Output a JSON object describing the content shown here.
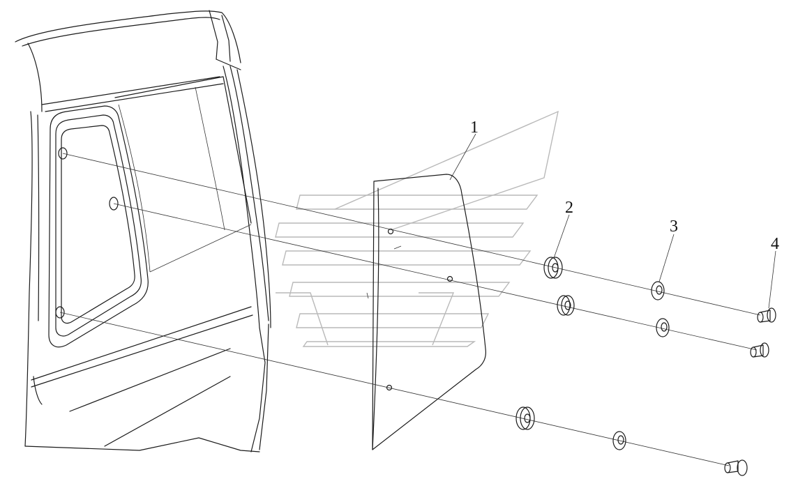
{
  "diagram": {
    "callouts": [
      {
        "id": "part-1",
        "label": "1"
      },
      {
        "id": "part-2",
        "label": "2"
      },
      {
        "id": "part-3",
        "label": "3"
      },
      {
        "id": "part-4",
        "label": "4"
      }
    ]
  },
  "colors": {
    "line": "#1a1a1a",
    "watermark": "#b9b9b9",
    "background": "#ffffff"
  }
}
